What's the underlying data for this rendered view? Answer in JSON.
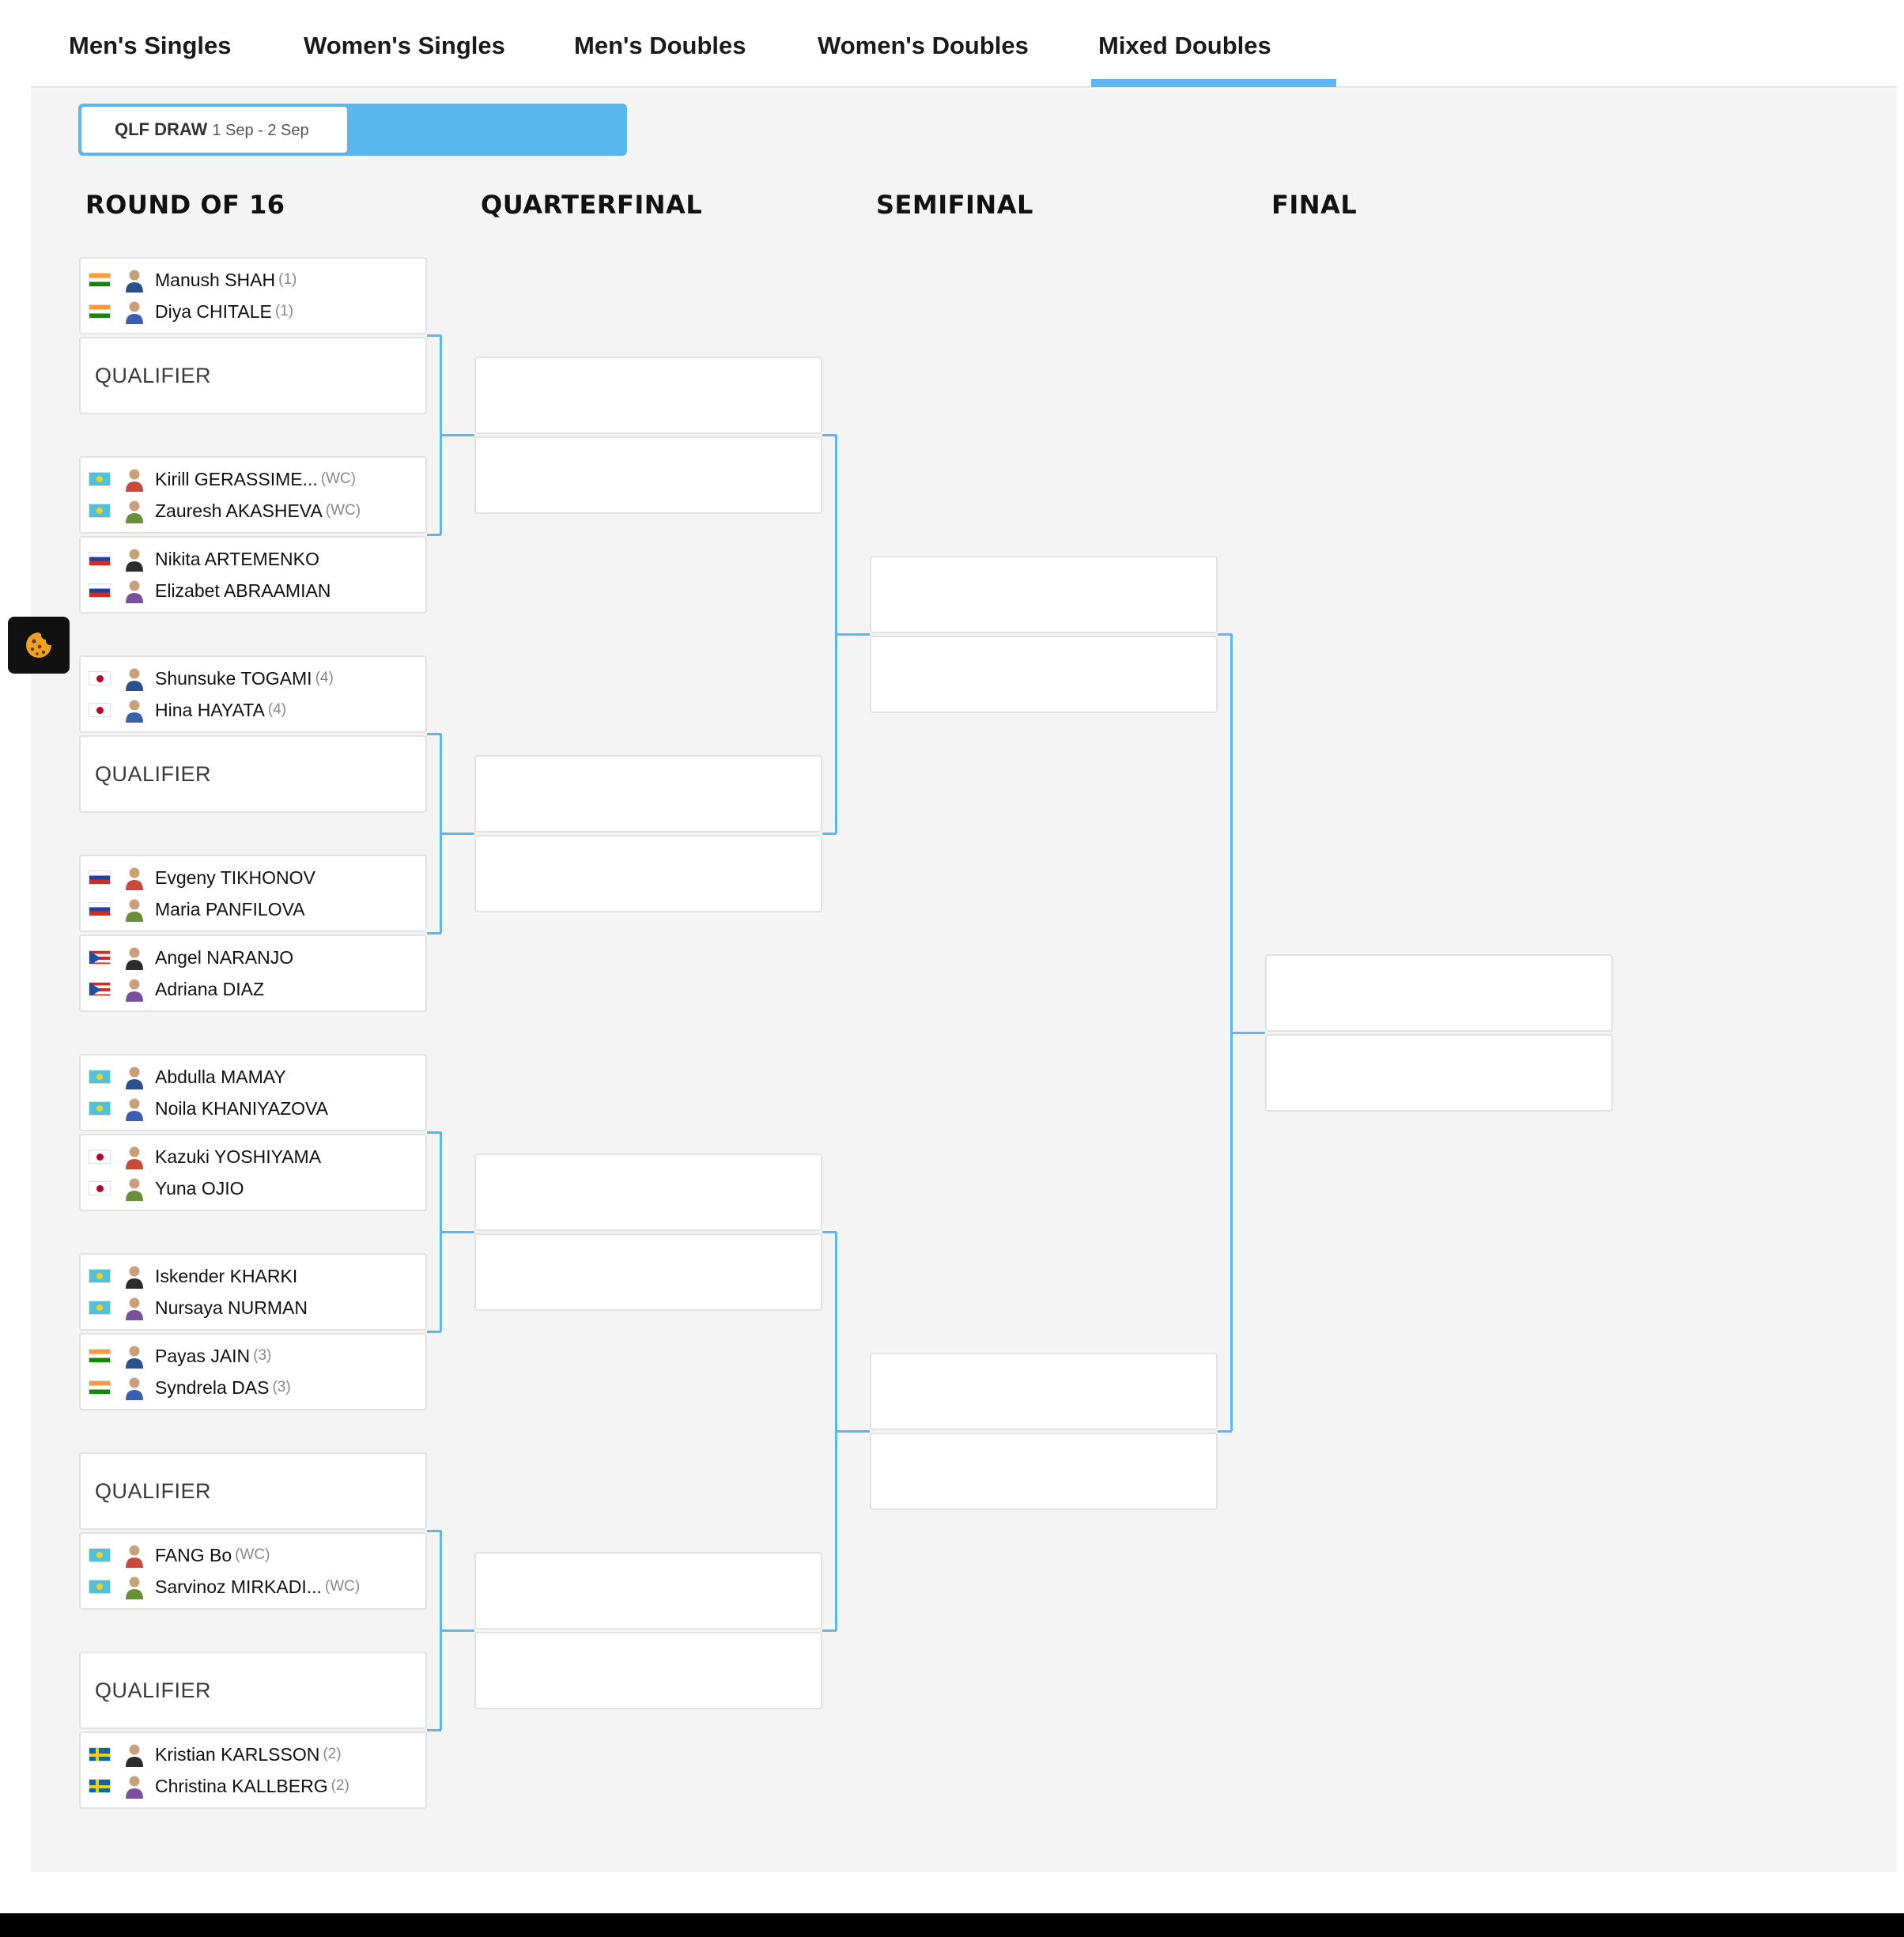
{
  "tabs": [
    {
      "label": "Men's Singles",
      "active": false
    },
    {
      "label": "Women's Singles",
      "active": false
    },
    {
      "label": "Men's Doubles",
      "active": false
    },
    {
      "label": "Women's Doubles",
      "active": false
    },
    {
      "label": "Mixed Doubles",
      "active": true
    }
  ],
  "draw": {
    "label": "QLF DRAW",
    "dates": "1 Sep - 2 Sep"
  },
  "colors": {
    "accent": "#5bb8ef",
    "panel": "#f4f4f4"
  },
  "rounds": [
    "ROUND OF 16",
    "QUARTERFINAL",
    "SEMIFINAL",
    "FINAL"
  ],
  "qualifier_label": "QUALIFIER",
  "round_of_16": [
    {
      "top": [
        {
          "flag": "IND",
          "name": "Manush SHAH",
          "seed": "(1)"
        },
        {
          "flag": "IND",
          "name": "Diya CHITALE",
          "seed": "(1)"
        }
      ],
      "bottom": "QUALIFIER"
    },
    {
      "top": [
        {
          "flag": "KAZ",
          "name": "Kirill GERASSIME...",
          "seed": "(WC)"
        },
        {
          "flag": "KAZ",
          "name": "Zauresh AKASHEVA",
          "seed": "(WC)"
        }
      ],
      "bottom": [
        {
          "flag": "RUS",
          "name": "Nikita ARTEMENKO",
          "seed": ""
        },
        {
          "flag": "RUS",
          "name": "Elizabet ABRAAMIAN",
          "seed": ""
        }
      ]
    },
    {
      "top": [
        {
          "flag": "JPN",
          "name": "Shunsuke TOGAMI",
          "seed": "(4)"
        },
        {
          "flag": "JPN",
          "name": "Hina HAYATA",
          "seed": "(4)"
        }
      ],
      "bottom": "QUALIFIER"
    },
    {
      "top": [
        {
          "flag": "RUS",
          "name": "Evgeny TIKHONOV",
          "seed": ""
        },
        {
          "flag": "RUS",
          "name": "Maria PANFILOVA",
          "seed": ""
        }
      ],
      "bottom": [
        {
          "flag": "PUR",
          "name": "Angel NARANJO",
          "seed": ""
        },
        {
          "flag": "PUR",
          "name": "Adriana DIAZ",
          "seed": ""
        }
      ]
    },
    {
      "top": [
        {
          "flag": "KAZ",
          "name": "Abdulla MAMAY",
          "seed": ""
        },
        {
          "flag": "KAZ",
          "name": "Noila KHANIYAZOVA",
          "seed": ""
        }
      ],
      "bottom": [
        {
          "flag": "JPN",
          "name": "Kazuki YOSHIYAMA",
          "seed": ""
        },
        {
          "flag": "JPN",
          "name": "Yuna OJIO",
          "seed": ""
        }
      ]
    },
    {
      "top": [
        {
          "flag": "KAZ",
          "name": "Iskender KHARKI",
          "seed": ""
        },
        {
          "flag": "KAZ",
          "name": "Nursaya NURMAN",
          "seed": ""
        }
      ],
      "bottom": [
        {
          "flag": "IND",
          "name": "Payas JAIN",
          "seed": "(3)"
        },
        {
          "flag": "IND",
          "name": "Syndrela DAS",
          "seed": "(3)"
        }
      ]
    },
    {
      "top": "QUALIFIER",
      "bottom": [
        {
          "flag": "KAZ",
          "name": "FANG Bo",
          "seed": "(WC)"
        },
        {
          "flag": "KAZ",
          "name": "Sarvinoz MIRKADI...",
          "seed": "(WC)"
        }
      ]
    },
    {
      "top": "QUALIFIER",
      "bottom": [
        {
          "flag": "SWE",
          "name": "Kristian KARLSSON",
          "seed": "(2)"
        },
        {
          "flag": "SWE",
          "name": "Christina KALLBERG",
          "seed": "(2)"
        }
      ]
    }
  ]
}
